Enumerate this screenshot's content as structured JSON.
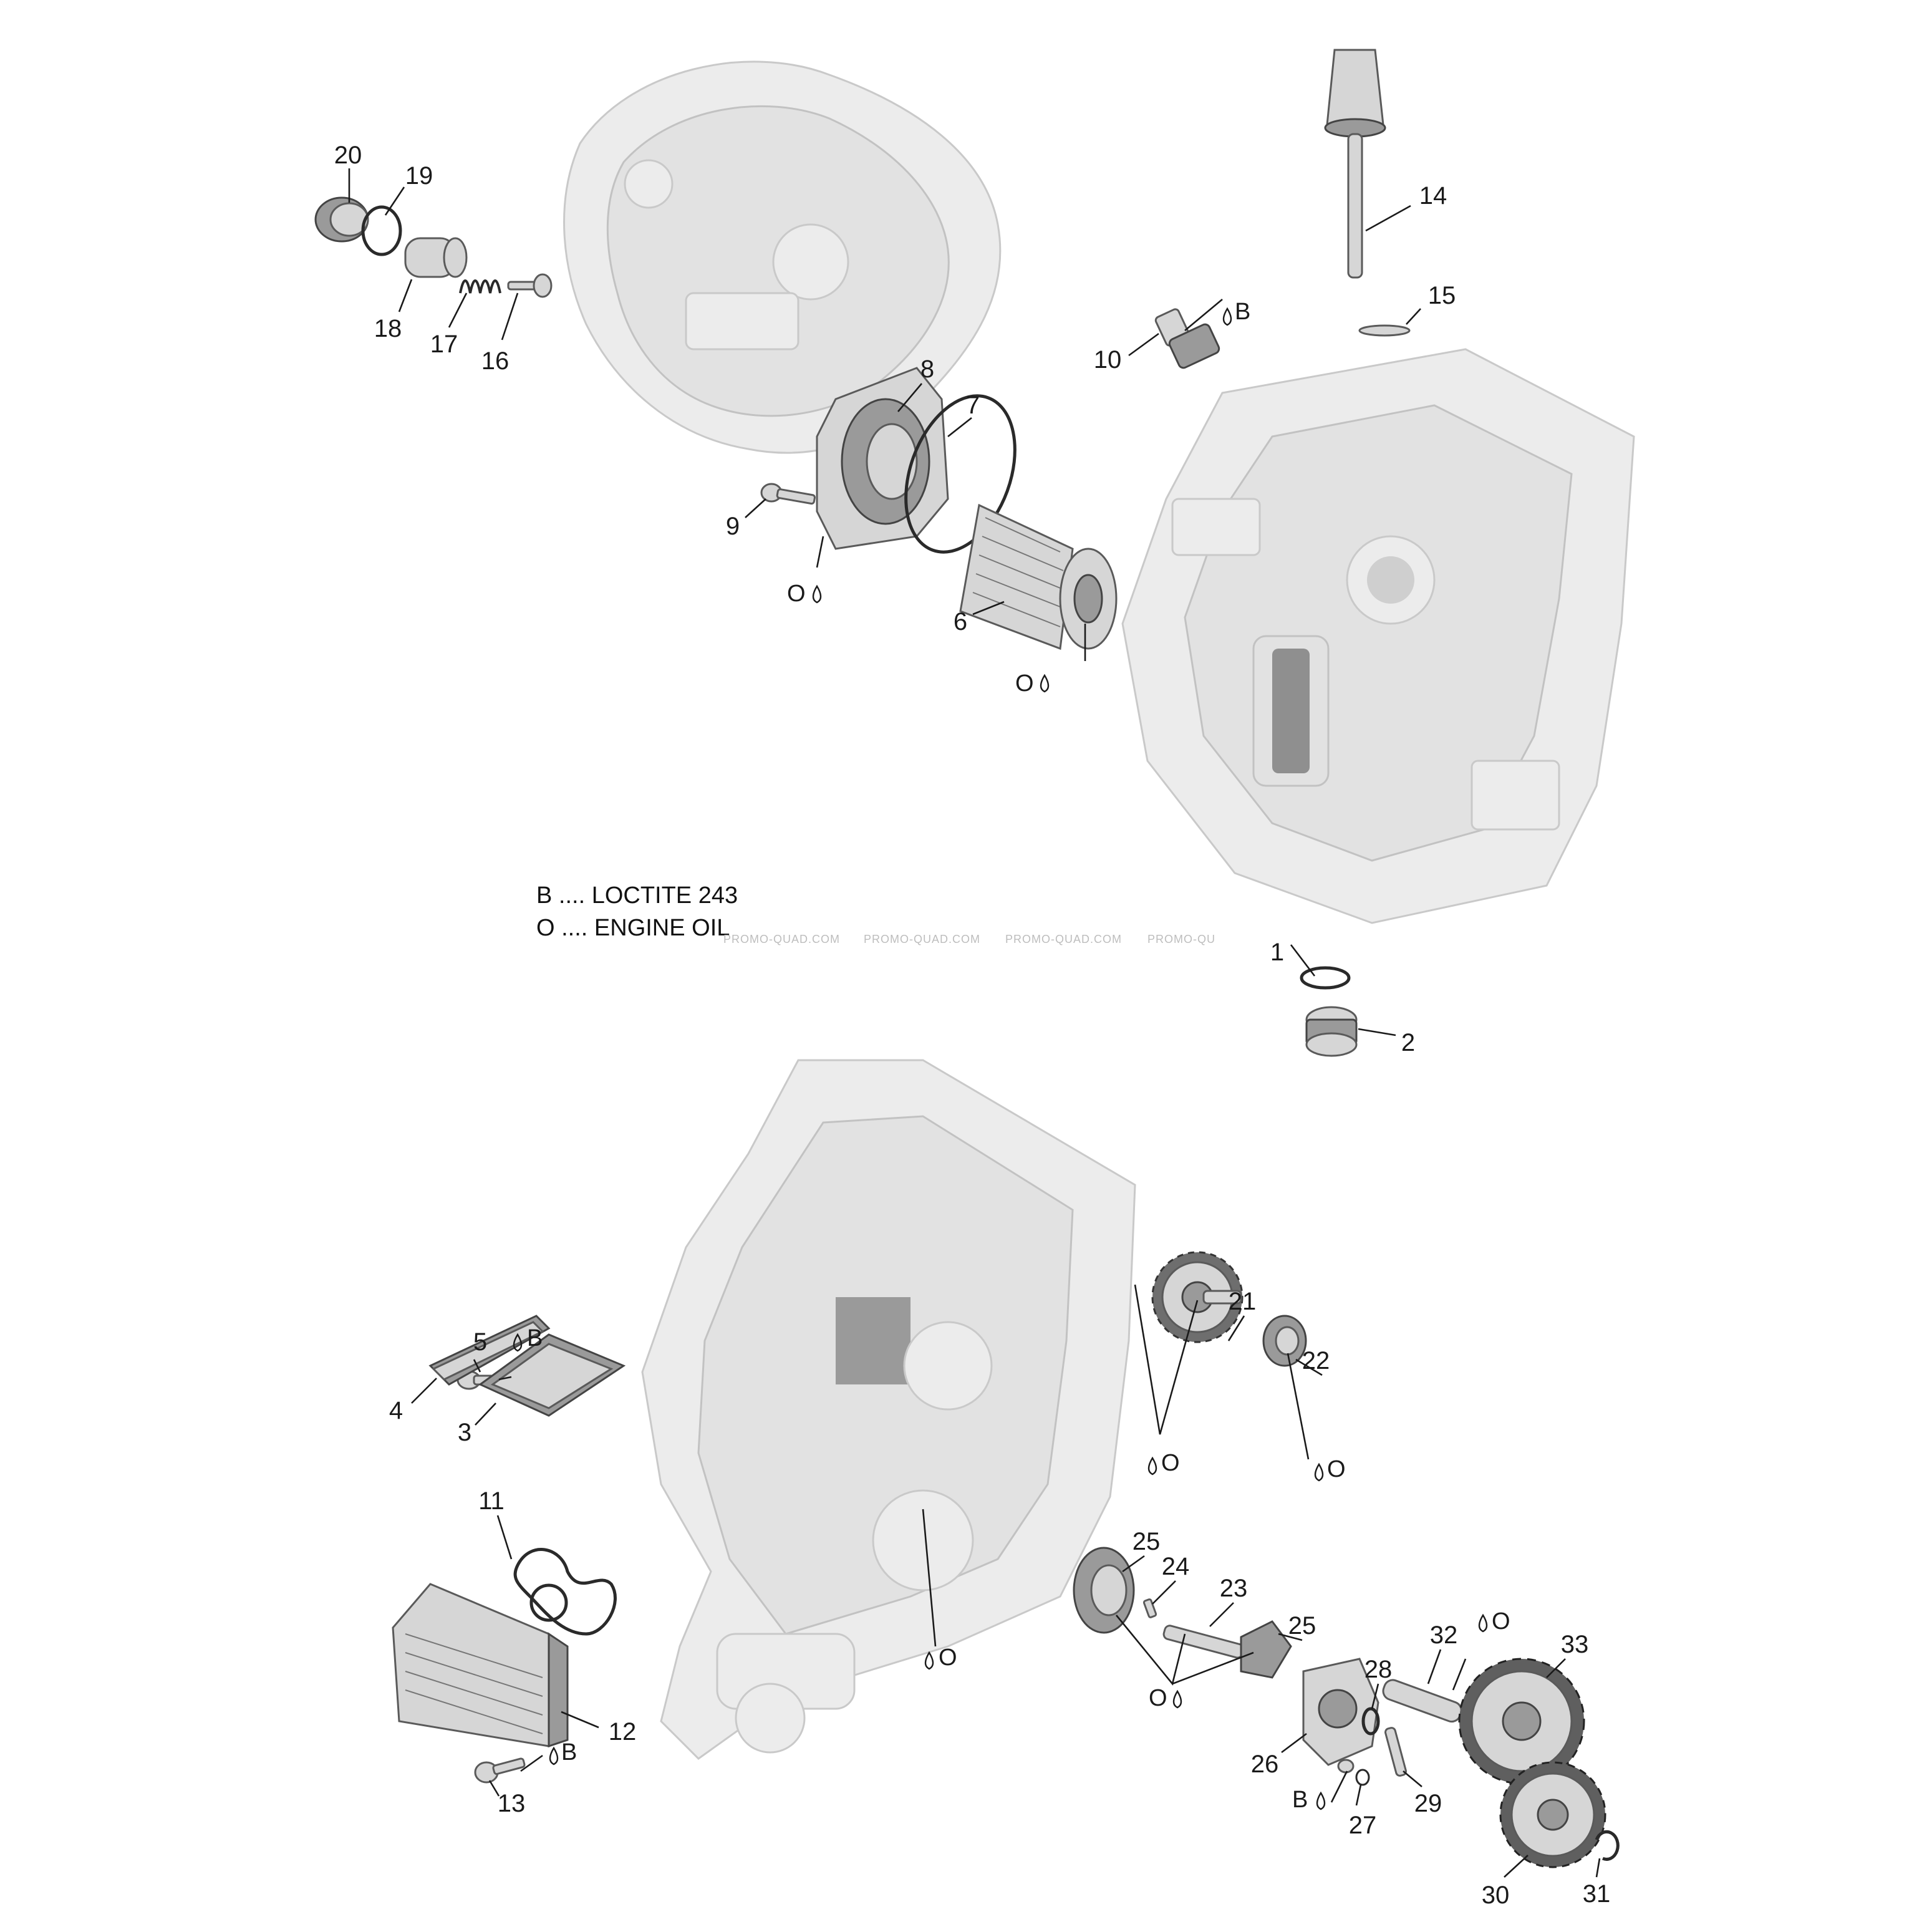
{
  "legend": {
    "line_b": "B .... LOCTITE 243",
    "line_o": "O .... ENGINE OIL"
  },
  "watermark": {
    "items": [
      "PROMO-QUAD.COM",
      "PROMO-QUAD.COM",
      "PROMO-QUAD.COM",
      "PROMO-QU"
    ]
  },
  "callouts": [
    {
      "id": "c20",
      "text": "20"
    },
    {
      "id": "c19",
      "text": "19"
    },
    {
      "id": "c18",
      "text": "18"
    },
    {
      "id": "c17",
      "text": "17"
    },
    {
      "id": "c16",
      "text": "16"
    },
    {
      "id": "c14",
      "text": "14"
    },
    {
      "id": "c15",
      "text": "15"
    },
    {
      "id": "c10",
      "text": "10"
    },
    {
      "id": "c8",
      "text": "8"
    },
    {
      "id": "c7",
      "text": "7"
    },
    {
      "id": "c9",
      "text": "9"
    },
    {
      "id": "c6",
      "text": "6"
    },
    {
      "id": "c1",
      "text": "1"
    },
    {
      "id": "c2",
      "text": "2"
    },
    {
      "id": "c5",
      "text": "5"
    },
    {
      "id": "c4",
      "text": "4"
    },
    {
      "id": "c3",
      "text": "3"
    },
    {
      "id": "c11",
      "text": "11"
    },
    {
      "id": "c12",
      "text": "12"
    },
    {
      "id": "c13",
      "text": "13"
    },
    {
      "id": "c21",
      "text": "21"
    },
    {
      "id": "c22",
      "text": "22"
    },
    {
      "id": "c25a",
      "text": "25"
    },
    {
      "id": "c24",
      "text": "24"
    },
    {
      "id": "c23",
      "text": "23"
    },
    {
      "id": "c25b",
      "text": "25"
    },
    {
      "id": "c28",
      "text": "28"
    },
    {
      "id": "c32",
      "text": "32"
    },
    {
      "id": "c33",
      "text": "33"
    },
    {
      "id": "c26",
      "text": "26"
    },
    {
      "id": "c27",
      "text": "27"
    },
    {
      "id": "c29",
      "text": "29"
    },
    {
      "id": "c30",
      "text": "30"
    },
    {
      "id": "c31",
      "text": "31"
    }
  ],
  "markers": [
    {
      "id": "m10",
      "text": "B"
    },
    {
      "id": "m9",
      "text": "O"
    },
    {
      "id": "m6",
      "text": "O"
    },
    {
      "id": "m5",
      "text": "B"
    },
    {
      "id": "m13",
      "text": "B"
    },
    {
      "id": "m21",
      "text": "O"
    },
    {
      "id": "m22",
      "text": "O"
    },
    {
      "id": "mcase",
      "text": "O"
    },
    {
      "id": "m23",
      "text": "O"
    },
    {
      "id": "m32",
      "text": "O"
    },
    {
      "id": "m27",
      "text": "B"
    }
  ]
}
